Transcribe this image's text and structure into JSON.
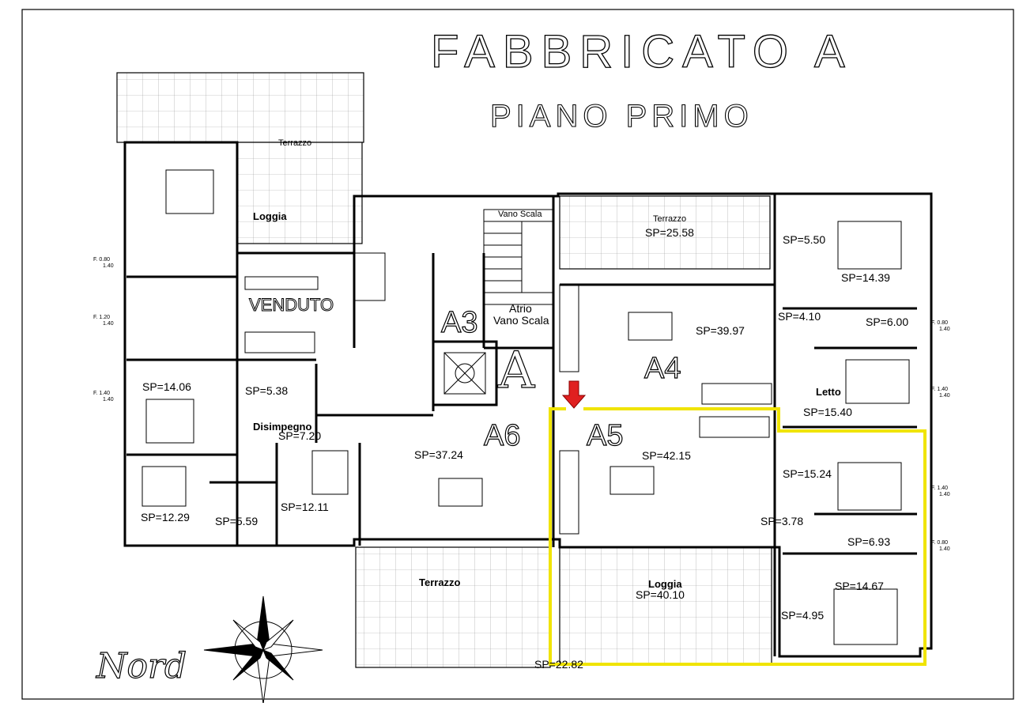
{
  "title": {
    "line1": "FABBRICATO A",
    "line2": "PIANO PRIMO"
  },
  "sold_label": "VENDUTO",
  "building_letter": "A",
  "compass_label": "Nord",
  "highlight_color": "#f0e400",
  "arrow_color": "#e02020",
  "units": {
    "a3": "A3",
    "a4": "A4",
    "a5": "A5",
    "a6": "A6"
  },
  "rooms": {
    "terrazzo_nw": "Terrazzo",
    "loggia_nw": "Loggia",
    "vano_scala": "Vano Scala",
    "atrio": "Atrio",
    "atrio2": "Vano Scala",
    "terrazzo_ne": "Terrazzo",
    "terrazzo_ne_sp": "SP=25.58",
    "a4_living": "SP=39.97",
    "ne_bath": "SP=5.50",
    "ne_bed": "SP=14.39",
    "ne_hall": "SP=4.10",
    "ne_bath2": "SP=6.00",
    "letto": "Letto",
    "letto_sp": "SP=15.40",
    "w_bed": "SP=14.06",
    "w_bath": "SP=5.38",
    "disimpegno": "Disimpegno",
    "disimpegno_sp": "SP=7.20",
    "a6_living": "SP=37.24",
    "a5_living": "SP=42.15",
    "se_bed1": "SP=15.24",
    "se_hall": "SP=3.78",
    "se_bath1": "SP=6.93",
    "se_bed2": "SP=14.67",
    "se_bath2": "SP=4.95",
    "sw_bed": "SP=12.29",
    "sw_bath": "SP=5.59",
    "sw_bed2": "SP=12.11",
    "terrazzo_s": "Terrazzo",
    "loggia_s": "Loggia",
    "loggia_s_sp": "SP=40.10",
    "bottom_sp": "SP=22.82"
  },
  "window_tags": {
    "w1": "F. 0.80",
    "w1b": "1.40",
    "w2": "F. 1.20",
    "w2b": "1.40",
    "w3": "F. 1.40",
    "w3b": "1.40",
    "w4": "F. 1.40",
    "w4b": "1.40",
    "w5": "F. 1.40",
    "w5b": "1.40",
    "w6": "F. 0.80",
    "w6b": "1.40",
    "w7": "F. 0.80",
    "w7b": "1.40"
  }
}
